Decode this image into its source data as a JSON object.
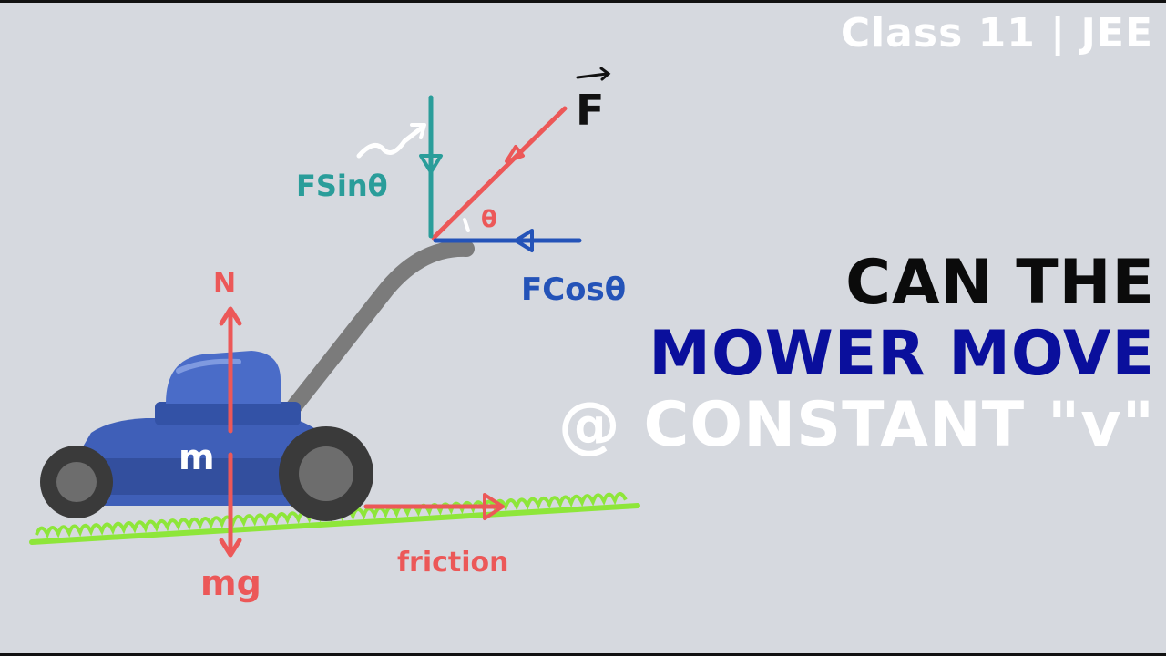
{
  "badge": "Class 11 | JEE",
  "headline": {
    "line1": "CAN THE",
    "line2": "MOWER MOVE",
    "line3": "@ CONSTANT \"v\""
  },
  "labels": {
    "force": "F",
    "f_sin": "FSinθ",
    "f_cos": "FCosθ",
    "theta": "θ",
    "normal": "N",
    "mass": "m",
    "weight": "mg",
    "friction": "friction"
  },
  "colors": {
    "background": "#d6d9df",
    "force_red": "#ec5858",
    "sin_teal": "#2a9d9a",
    "cos_blue": "#2453b8",
    "mower_blue": "#3f5fb8",
    "grass_green": "#8ee63a",
    "handle_gray": "#7b7b7b",
    "headline_blue": "#0a0f9c"
  }
}
